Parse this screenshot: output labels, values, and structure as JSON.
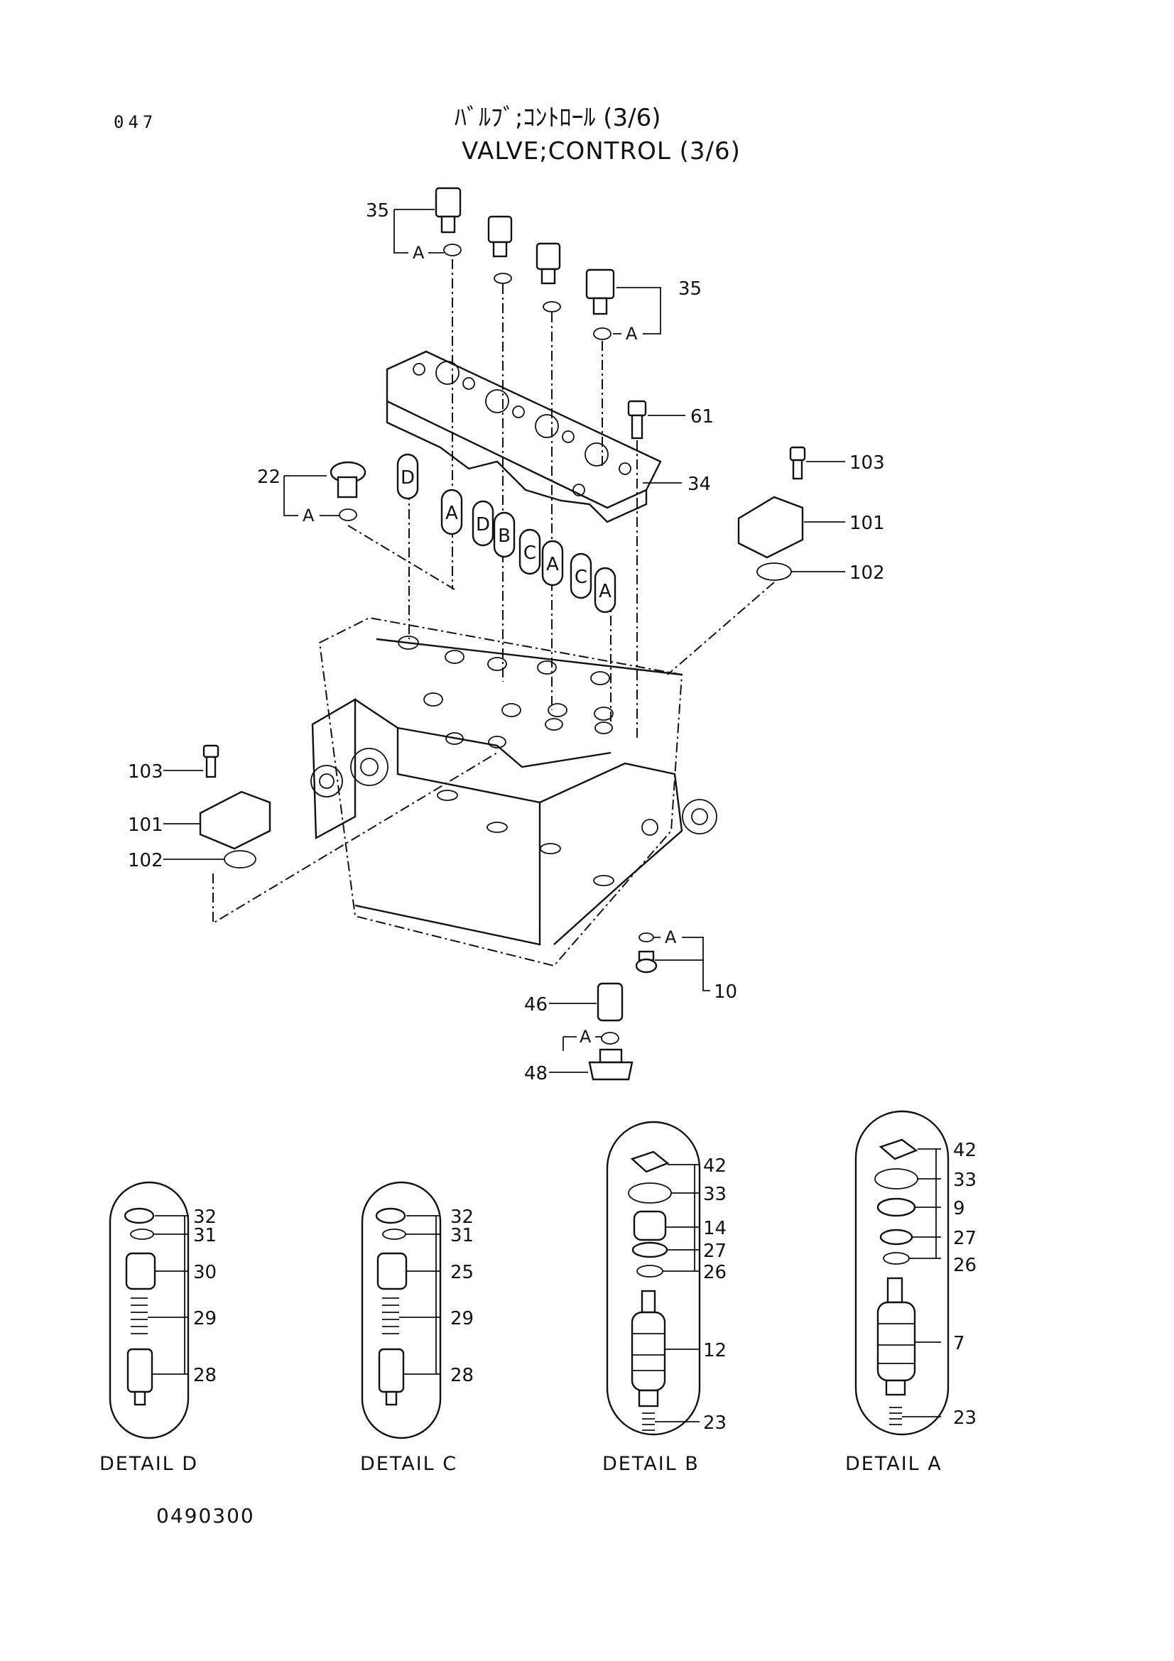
{
  "header": {
    "page_number": "047",
    "title_jp": "ﾊﾞﾙﾌﾞ;ｺﾝﾄﾛｰﾙ (3/6)",
    "title_en": "VALVE;CONTROL (3/6)"
  },
  "callouts": {
    "c35a": "35",
    "c35b": "35",
    "c61": "61",
    "c34": "34",
    "c22": "22",
    "c103a": "103",
    "c101a": "101",
    "c102a": "102",
    "c103b": "103",
    "c101b": "101",
    "c102b": "102",
    "c46": "46",
    "c48": "48",
    "c10": "10"
  },
  "ref_tags": {
    "a1": "A",
    "a2": "A",
    "a3": "A",
    "a4": "A",
    "a5": "A"
  },
  "capsules": {
    "k1": "D",
    "k2": "A",
    "k3": "D",
    "k4": "B",
    "k5": "C",
    "k6": "A",
    "k7": "C",
    "k8": "A"
  },
  "details": {
    "d": {
      "label": "DETAIL D",
      "parts": [
        "32",
        "31",
        "30",
        "29",
        "28"
      ]
    },
    "c": {
      "label": "DETAIL C",
      "parts": [
        "32",
        "31",
        "25",
        "29",
        "28"
      ]
    },
    "b": {
      "label": "DETAIL B",
      "parts": [
        "42",
        "33",
        "14",
        "27",
        "26",
        "12",
        "23"
      ]
    },
    "a": {
      "label": "DETAIL A",
      "parts": [
        "42",
        "33",
        "9",
        "27",
        "26",
        "7",
        "23"
      ]
    }
  },
  "footer": {
    "drawing_number": "0490300"
  }
}
